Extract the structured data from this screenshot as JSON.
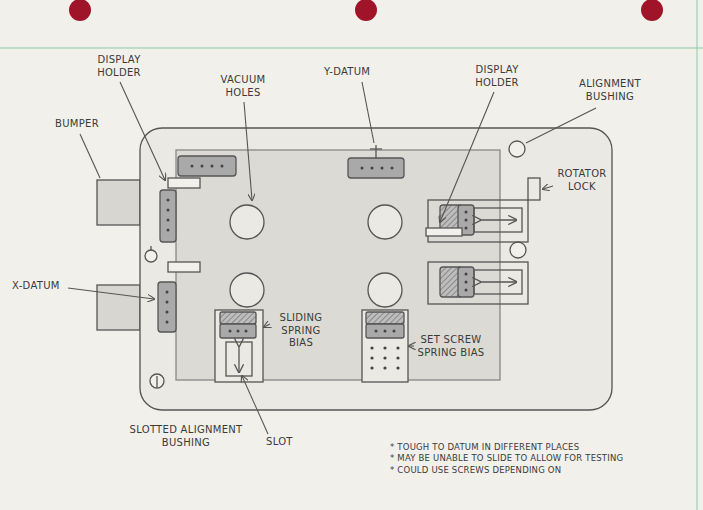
{
  "diagram": {
    "labels": [
      "DISPLAY HOLDER",
      "BUMPER",
      "VACUUM HOLES",
      "Y-DATUM",
      "DISPLAY HOLDER",
      "ALIGNMENT BUSHING",
      "ROTATOR LOCK",
      "X-DATUM",
      "SLIDING SPRING BIAS",
      "SET SCREW SPRING BIAS",
      "SLOT",
      "SLOTTED ALIGNMENT BUSHING",
      "* TOUGH TO DATUM IN DIFFERENT PLACES",
      "* MAY BE UNABLE TO SLIDE TO ALLOW FOR TESTING",
      "* COULD USE SCREWS DEPENDING ON"
    ]
  }
}
